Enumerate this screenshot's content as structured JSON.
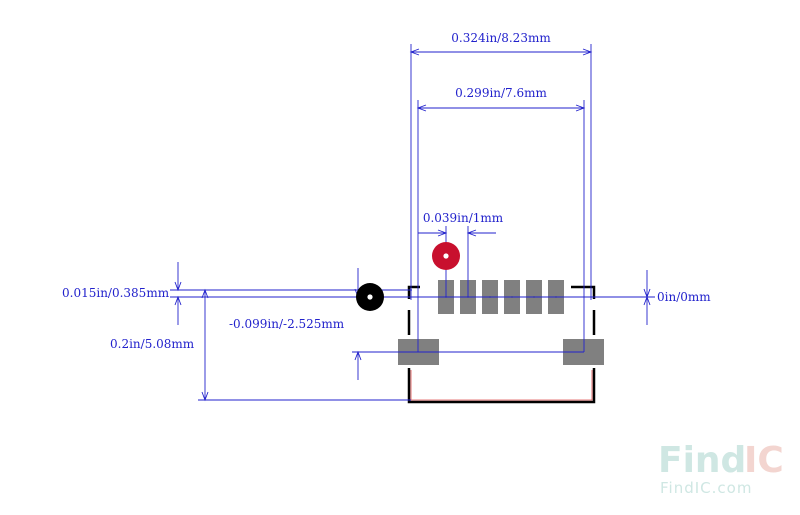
{
  "colors": {
    "dimension": "#2222cc",
    "pad": "#808080",
    "outline": "#000000",
    "outline_inner": "#e05050",
    "pin1_marker": "#c8102e",
    "origin_marker": "#000000",
    "watermark_find": "#cfe7e3",
    "watermark_ic": "#f3d5d0"
  },
  "dimensions": {
    "overall_width": "0.324in/8.23mm",
    "pad_span": "0.299in/7.6mm",
    "pitch": "0.039in/1mm",
    "top_offset": "0.015in/0.385mm",
    "right_offset": "0in/0mm",
    "height": "0.2in/5.08mm",
    "mount_offset": "-0.099in/-2.525mm"
  },
  "watermark": {
    "brand_a": "Find",
    "brand_b": "IC",
    "url": "FindIC.com"
  }
}
